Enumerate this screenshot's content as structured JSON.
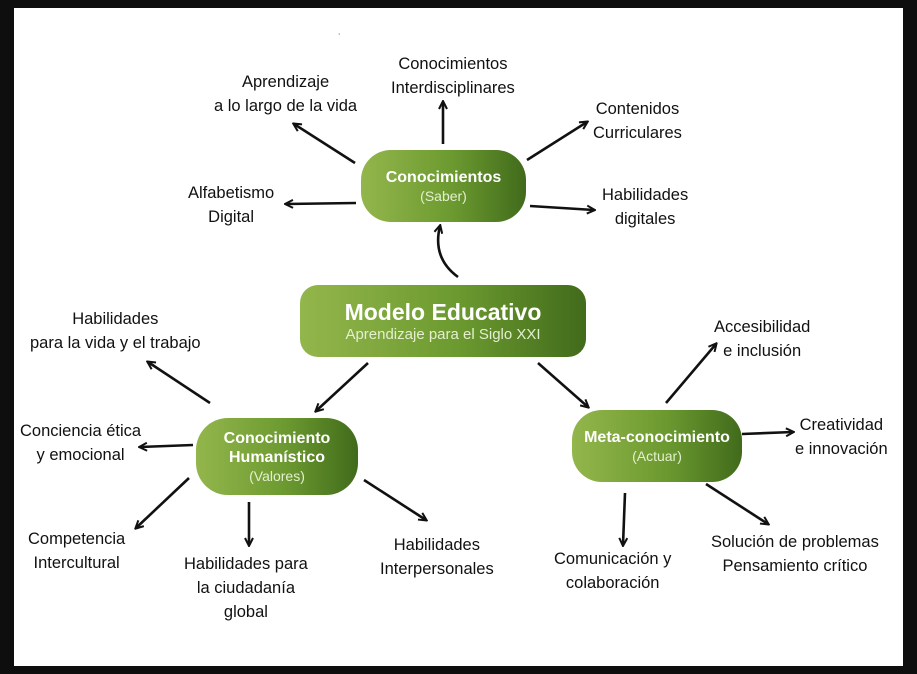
{
  "center": {
    "title": "Modelo Educativo",
    "subtitle": "Aprendizaje para el Siglo XXI"
  },
  "conocimientos": {
    "title": "Conocimientos",
    "subtitle": "(Saber)",
    "items": [
      [
        "Aprendizaje",
        "a lo largo de la vida"
      ],
      [
        "Conocimientos",
        "Interdisciplinares"
      ],
      [
        "Contenidos",
        "Curriculares"
      ],
      [
        "Alfabetismo",
        "Digital"
      ],
      [
        "Habilidades",
        "digitales"
      ]
    ]
  },
  "humanistico": {
    "title_line1": "Conocimiento",
    "title_line2": "Humanístico",
    "subtitle": "(Valores)",
    "items": [
      [
        "Habilidades",
        "para la vida y el trabajo"
      ],
      [
        "Conciencia ética",
        "y emocional"
      ],
      [
        "Competencia",
        "Intercultural"
      ],
      [
        "Habilidades para",
        "la ciudadanía",
        "global"
      ],
      [
        "Habilidades",
        "Interpersonales"
      ]
    ]
  },
  "metaconocimiento": {
    "title": "Meta-conocimiento",
    "subtitle": "(Actuar)",
    "items": [
      [
        "Accesibilidad",
        "e inclusión"
      ],
      [
        "Creatividad",
        "e innovación"
      ],
      [
        "Comunicación y",
        "colaboración"
      ],
      [
        "Solución de problemas",
        "Pensamiento crítico"
      ]
    ]
  },
  "colors": {
    "pill_light": "#93b64c",
    "pill_mid": "#6c9a30",
    "pill_dark": "#416b1b",
    "arrow": "#111111"
  }
}
